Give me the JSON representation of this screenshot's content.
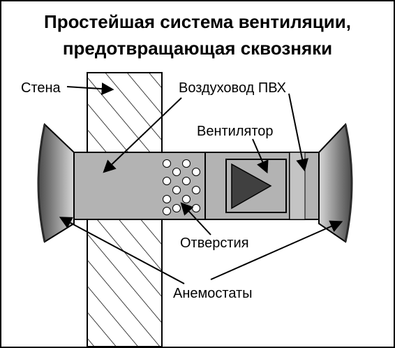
{
  "title": {
    "line1": "Простейшая система вентиляции,",
    "line2": "предотвращающая сквозняки"
  },
  "labels": {
    "wall": "Стена",
    "duct": "Воздуховод ПВХ",
    "fan": "Вентилятор",
    "holes": "Отверстия",
    "anemostats": "Анемостаты"
  },
  "colors": {
    "duct_fill": "#b3b3b3",
    "fan_triangle": "#404040",
    "anemostat_dark": "#4a4a4a",
    "anemostat_light": "#d8d8d8",
    "outline": "#000000",
    "background": "#ffffff"
  }
}
